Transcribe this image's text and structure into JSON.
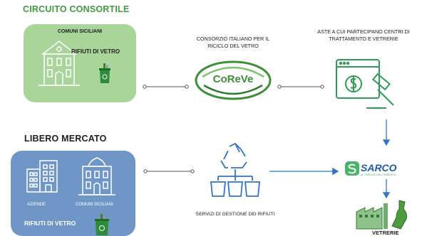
{
  "circuito": {
    "title": "CIRCUITO CONSORTILE",
    "box_header": "COMUNI SICILIANI",
    "box_label": "RIFIUTI DI VETRO"
  },
  "libero": {
    "title": "LIBERO MERCATO",
    "aziende": "AZIENDE",
    "comuni": "COMUNI SICILIANI",
    "box_label": "RIFIUTI DI VETRO"
  },
  "coreve": {
    "caption_line1": "CONSORZIO ITALIANO PER IL",
    "caption_line2": "RICICLO DEL VETRO",
    "logo_text": "CoReVe"
  },
  "aste": {
    "caption_line1": "ASTE A CUI PARTECIPANO CENTRI DI",
    "caption_line2": "TRATTAMENTO E VETRERIE"
  },
  "servizi": {
    "caption": "SERVIZI DI GESTIONE DEI RIFIUTI"
  },
  "sarco": {
    "logo_text": "SARCO",
    "tagline": "AL SERVIZIO DELL'AMBIENTE"
  },
  "vetrerie": {
    "label": "VETRERIE"
  },
  "colors": {
    "green_title": "#3e9d3e",
    "green_box": "#a9d59a",
    "blue_box": "#6f96c6",
    "coreve_green": "#3f8f3a",
    "icon_blue": "#2f76c8",
    "icon_green": "#2e9b57",
    "sarco_green": "#49b36a",
    "sarco_blue": "#1d5aa8"
  }
}
